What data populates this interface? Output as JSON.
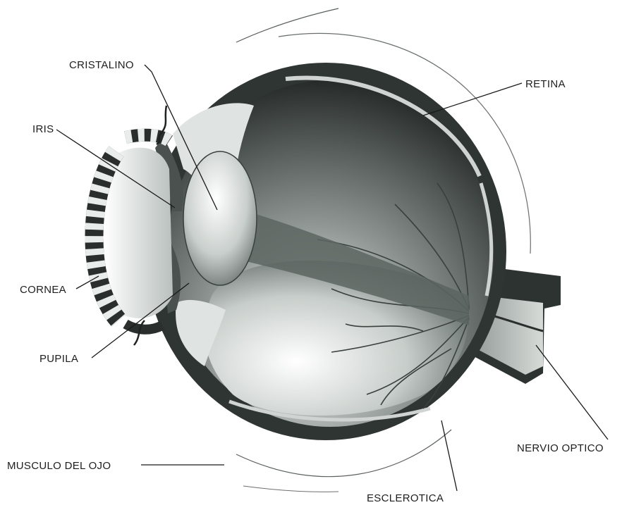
{
  "labels": {
    "cristalino": "CRISTALINO",
    "iris": "IRIS",
    "retina": "RETINA",
    "cornea": "CORNEA",
    "pupila": "PUPILA",
    "nervio_optico": "NERVIO OPTICO",
    "musculo_del_ojo": "MUSCULO DEL OJO",
    "esclerotica": "ESCLEROTICA"
  }
}
